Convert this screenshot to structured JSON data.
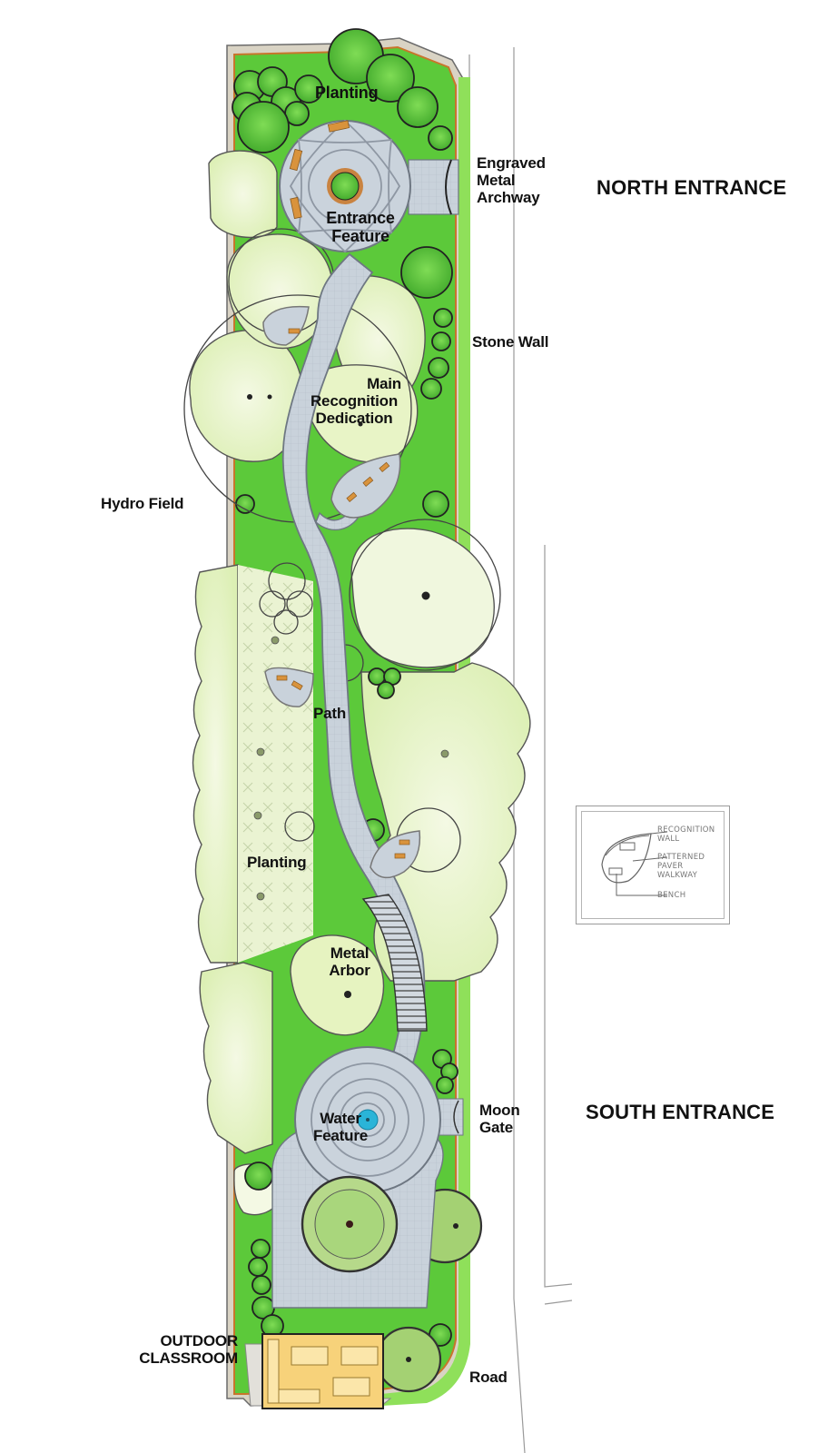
{
  "title": "Memorial Garden Site Plan",
  "colors": {
    "canopy_green": "#5cc93a",
    "light_planting": "#eef5d6",
    "pale_green": "#dcefb4",
    "paving": "#c5ced8",
    "paving_line": "#8e97a3",
    "mulch_orange": "#d98a3a",
    "bench_orange": "#d9933c",
    "road_strip": "#8fe05a",
    "stone_wall": "#d9d3c4",
    "classroom_yellow": "#f7d27a",
    "water_blue": "#2ab4d8",
    "outline": "#333333"
  },
  "labels": {
    "planting_top": "Planting",
    "engraved_metal_archway": [
      "Engraved",
      "Metal",
      "Archway"
    ],
    "north_entrance": "NORTH ENTRANCE",
    "entrance_feature": [
      "Entrance",
      "Feature"
    ],
    "stone_wall": "Stone Wall",
    "main_recognition_dedication": [
      "Main",
      "Recognition",
      "Dedication"
    ],
    "hydro_field": "Hydro Field",
    "path": "Path",
    "planting_mid": "Planting",
    "metal_arbor": [
      "Metal",
      "Arbor"
    ],
    "south_entrance": "SOUTH ENTRANCE",
    "water_feature": [
      "Water",
      "Feature"
    ],
    "moon_gate": [
      "Moon",
      "Gate"
    ],
    "outdoor_classroom": [
      "OUTDOOR",
      "CLASSROOM"
    ],
    "road": "Road"
  },
  "legend": {
    "items": [
      {
        "label": [
          "RECOGNITION",
          "WALL"
        ]
      },
      {
        "label": [
          "PATTERNED",
          "PAVER",
          "WALKWAY"
        ]
      },
      {
        "label": [
          "BENCH"
        ]
      }
    ]
  }
}
